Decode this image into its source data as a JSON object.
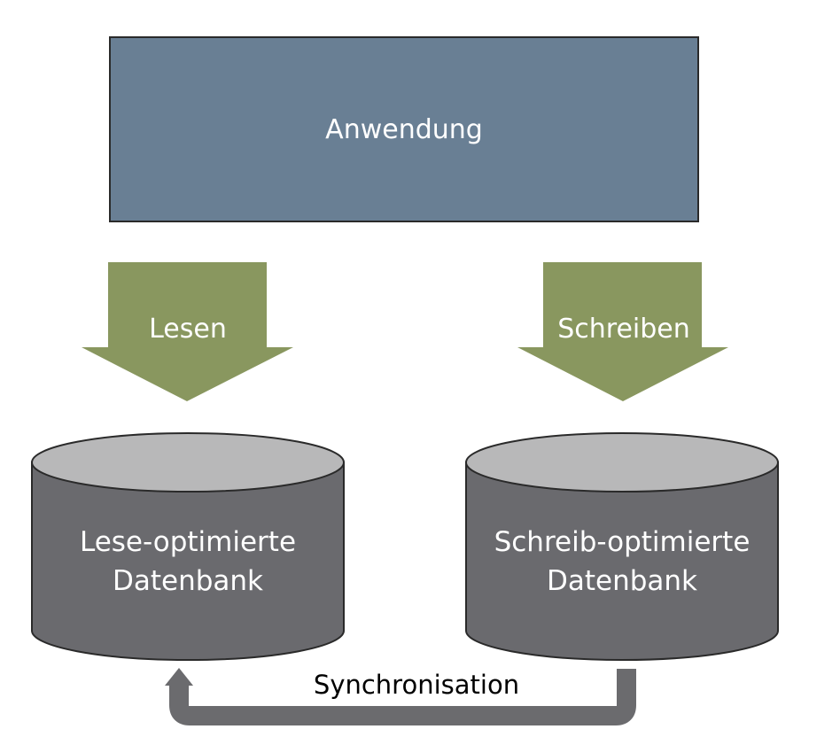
{
  "application": {
    "label": "Anwendung"
  },
  "arrows": {
    "read": {
      "label": "Lesen"
    },
    "write": {
      "label": "Schreiben"
    }
  },
  "databases": {
    "read": {
      "line1": "Lese-optimierte",
      "line2": "Datenbank"
    },
    "write": {
      "line1": "Schreib-optimierte",
      "line2": "Datenbank"
    }
  },
  "sync": {
    "label": "Synchronisation"
  },
  "colors": {
    "application_fill": "#697f94",
    "arrow_fill": "#89975f",
    "cylinder_body": "#6a6a6e",
    "cylinder_top": "#b8b8b9",
    "sync_arrow": "#6b6b6e"
  }
}
